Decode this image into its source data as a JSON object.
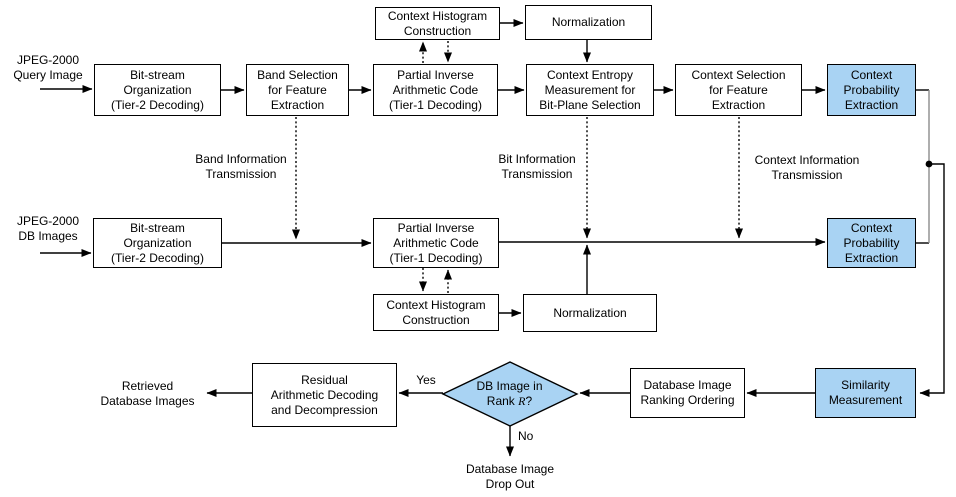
{
  "colors": {
    "background": "#ffffff",
    "node_fill": "#ffffff",
    "highlight_fill": "#a9d3f3",
    "node_border": "#000000",
    "connector": "#000000",
    "merge_line": "#8c8c8c",
    "text": "#000000"
  },
  "nodes": {
    "bitstream_query": "Bit-stream\nOrganization\n(Tier-2 Decoding)",
    "band_selection": "Band Selection\nfor Feature\nExtraction",
    "partial_inverse_query": "Partial Inverse\nArithmetic Code\n(Tier-1 Decoding)",
    "context_histogram_query": "Context Histogram\nConstruction",
    "normalization_query": "Normalization",
    "context_entropy": "Context Entropy\nMeasurement for\nBit-Plane Selection",
    "context_selection": "Context Selection\nfor Feature\nExtraction",
    "context_probability_query": "Context\nProbability\nExtraction",
    "bitstream_db": "Bit-stream\nOrganization\n(Tier-2 Decoding)",
    "partial_inverse_db": "Partial Inverse\nArithmetic Code\n(Tier-1 Decoding)",
    "context_histogram_db": "Context Histogram\nConstruction",
    "normalization_db": "Normalization",
    "context_probability_db": "Context\nProbability\nExtraction",
    "similarity": "Similarity\nMeasurement",
    "db_ranking": "Database Image\nRanking Ordering",
    "residual": "Residual\nArithmetic Decoding\nand Decompression"
  },
  "decision": {
    "line1": "DB Image in",
    "rank_prefix": "Rank ",
    "rank_variable": "R",
    "rank_suffix": "?"
  },
  "annotations": {
    "query_input": "JPEG-2000\nQuery Image",
    "db_input": "JPEG-2000\nDB Images",
    "band_info": "Band Information\nTransmission",
    "bit_info": "Bit Information\nTransmission",
    "context_info": "Context Information\nTransmission",
    "yes": "Yes",
    "no": "No",
    "retrieved": "Retrieved\nDatabase Images",
    "drop_out": "Database Image\nDrop Out"
  }
}
